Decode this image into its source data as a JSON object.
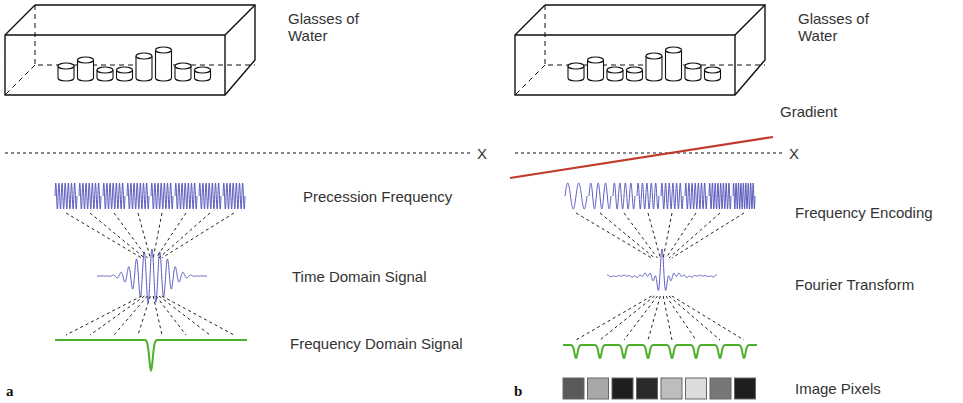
{
  "diagram": {
    "labels": [
      "Glasses of Water",
      "X",
      "Precession Frequency",
      "Time Domain Signal",
      "Frequency Domain Signal",
      "a",
      "Glasses of Water",
      "Gradient",
      "X",
      "Frequency Encoding",
      "Fourier Transform",
      "Image Pixels",
      "b"
    ]
  }
}
